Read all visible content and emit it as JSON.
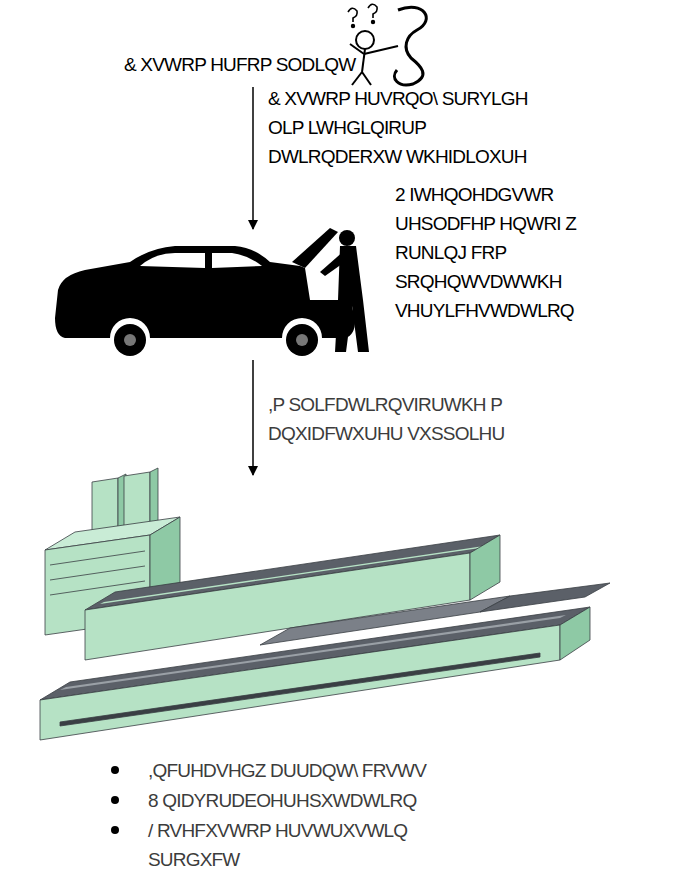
{
  "diagram": {
    "nodes": [
      {
        "text": [
          "& XVWRP HUFRP SODLQW"
        ]
      },
      {
        "text": [
          "2 IWHQOHDGVWR UHSODFHP HQWRI Z RUNLQJ FRP SRQHQWVDWWKH VHUYLFHVWDWLRQ"
        ]
      },
      {
        "text": [
          ",QFUHDVHGZ DUUDQW\\ FRVWV",
          "8 QIDYRUDEOHUHSXWDWLRQ",
          "/ RVHFXVWRP HUVWUXVWLQ SURGXFW"
        ]
      }
    ],
    "edges": [
      {
        "from": 0,
        "to": 1,
        "arrow": "to",
        "label": "& XVWRP HUVRQO\\ SURYLGH OLP LWHGLQIRUP DWLRQDERXW WKHIDLOXUH"
      },
      {
        "from": 1,
        "to": 2,
        "arrow": "to",
        "label": ",P SOLFDWLRQVIRUWKH P DQXIDFWXUHU VXSSOLHU"
      }
    ]
  }
}
